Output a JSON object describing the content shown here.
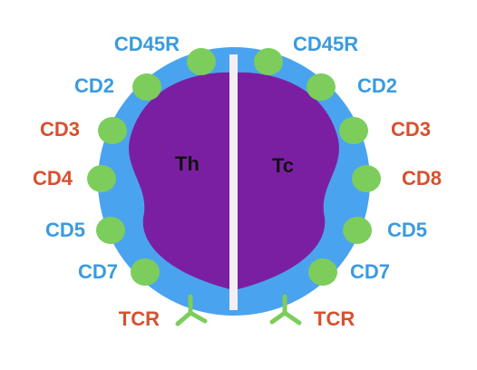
{
  "colors": {
    "membrane": "#4aa3ee",
    "cytoplasm": "#7b1fa2",
    "marker": "#7ccd5c",
    "divider": "#f2eef4",
    "blue_label": "#3a9be0",
    "red_label": "#d9502e"
  },
  "diagram": {
    "left_cell_label": "Th",
    "right_cell_label": "Tc",
    "left_markers": [
      {
        "text": "CD45R",
        "color": "blue"
      },
      {
        "text": "CD2",
        "color": "blue"
      },
      {
        "text": "CD3",
        "color": "red"
      },
      {
        "text": "CD4",
        "color": "red"
      },
      {
        "text": "CD5",
        "color": "blue"
      },
      {
        "text": "CD7",
        "color": "blue"
      },
      {
        "text": "TCR",
        "color": "red"
      }
    ],
    "right_markers": [
      {
        "text": "CD45R",
        "color": "blue"
      },
      {
        "text": "CD2",
        "color": "blue"
      },
      {
        "text": "CD3",
        "color": "red"
      },
      {
        "text": "CD8",
        "color": "red"
      },
      {
        "text": "CD5",
        "color": "blue"
      },
      {
        "text": "CD7",
        "color": "blue"
      },
      {
        "text": "TCR",
        "color": "red"
      }
    ]
  }
}
